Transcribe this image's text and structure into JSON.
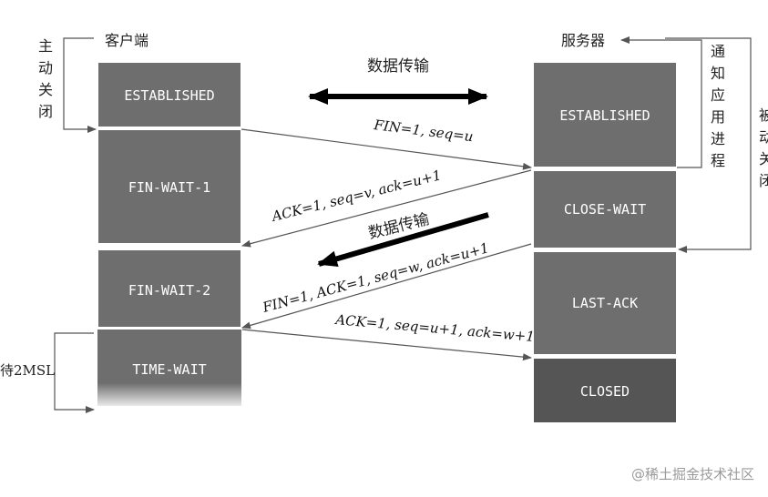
{
  "client": {
    "title": "客户端",
    "active_close_label": [
      "主",
      "动",
      "关",
      "闭"
    ],
    "wait_label": "待2MSL",
    "states": [
      "ESTABLISHED",
      "FIN-WAIT-1",
      "FIN-WAIT-2",
      "TIME-WAIT"
    ]
  },
  "server": {
    "title": "服务器",
    "notify_label": [
      "通",
      "知",
      "应",
      "用",
      "进",
      "程"
    ],
    "passive_close_label": [
      "被",
      "动",
      "关",
      "闭"
    ],
    "states": [
      "ESTABLISHED",
      "CLOSE-WAIT",
      "LAST-ACK",
      "CLOSED"
    ]
  },
  "data_transfer_top": "数据传输",
  "data_transfer_mid": "数据传输",
  "messages": [
    "FIN=1,  seq=u",
    "ACK=1, seq=v, ack=u+1",
    "FIN=1,  ACK=1,  seq=w, ack=u+1",
    "ACK=1, seq=u+1, ack=w+1"
  ],
  "watermark": "@稀土掘金技术社区",
  "colors": {
    "box": "#6e6e6e",
    "box_dark": "#555555",
    "line": "#555555"
  }
}
